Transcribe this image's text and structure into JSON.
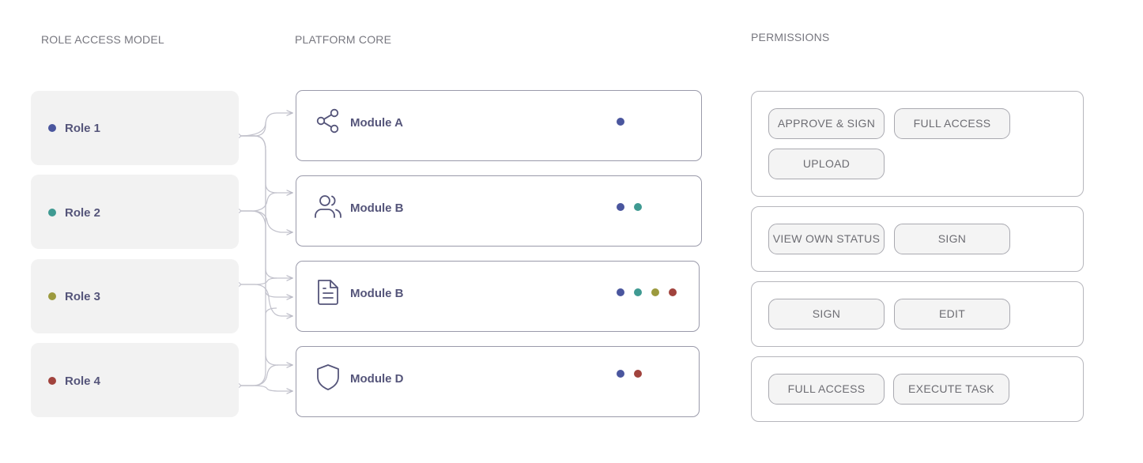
{
  "headers": {
    "roles": "ROLE ACCESS MODEL",
    "core": "PLATFORM CORE",
    "permissions": "PERMISSIONS"
  },
  "colors": {
    "role1": "#4a569e",
    "role2": "#3f9a92",
    "role3": "#9c9a3e",
    "role4": "#a1433d",
    "text": "#55557a",
    "muted": "#77777f"
  },
  "roles": [
    {
      "label": "Role 1",
      "color": "#4a569e"
    },
    {
      "label": "Role 2",
      "color": "#3f9a92"
    },
    {
      "label": "Role 3",
      "color": "#9c9a3e"
    },
    {
      "label": "Role 4",
      "color": "#a1433d"
    }
  ],
  "modules": [
    {
      "label": "Module A",
      "icon": "share-icon",
      "roles": [
        "role1"
      ]
    },
    {
      "label": "Module B",
      "icon": "users-icon",
      "roles": [
        "role1",
        "role2"
      ]
    },
    {
      "label": "Module B",
      "icon": "document-icon",
      "roles": [
        "role1",
        "role2",
        "role3",
        "role4"
      ]
    },
    {
      "label": "Module D",
      "icon": "shield-icon",
      "roles": [
        "role1",
        "role4"
      ]
    }
  ],
  "permissions": [
    {
      "chips": [
        "APPROVE & SIGN",
        "FULL ACCESS",
        "UPLOAD"
      ]
    },
    {
      "chips": [
        "VIEW OWN STATUS",
        "SIGN"
      ]
    },
    {
      "chips": [
        "SIGN",
        "EDIT"
      ]
    },
    {
      "chips": [
        "FULL ACCESS",
        "EXECUTE TASK"
      ]
    }
  ]
}
